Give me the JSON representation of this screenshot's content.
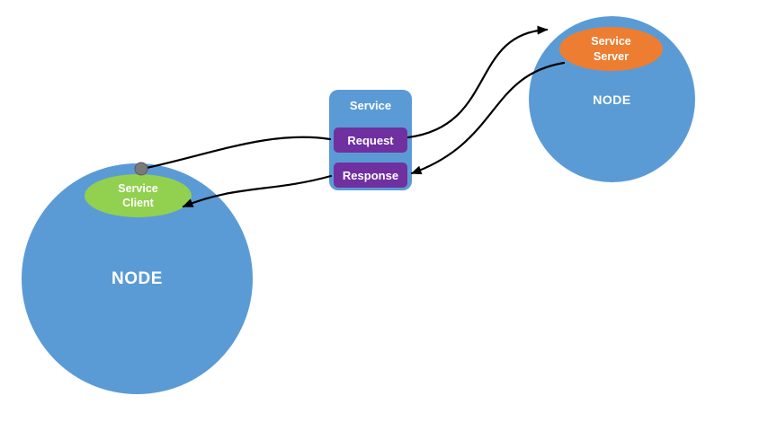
{
  "colors": {
    "background": "#ffffff",
    "node_fill": "#5b9bd5",
    "client_fill": "#92d050",
    "server_fill": "#ed7d31",
    "service_box_fill": "#5b9bd5",
    "message_fill": "#7030a0",
    "label_text": "#ffffff",
    "arrow": "#000000",
    "dot_fill": "#7a7a7a"
  },
  "left_node": {
    "label": "NODE"
  },
  "right_node": {
    "label": "NODE"
  },
  "service_client": {
    "line1": "Service",
    "line2": "Client"
  },
  "service_server": {
    "line1": "Service",
    "line2": "Server"
  },
  "service_box": {
    "title": "Service"
  },
  "request": {
    "label": "Request"
  },
  "response": {
    "label": "Response"
  },
  "connections": [
    {
      "name": "client-to-request",
      "from": "service-client",
      "to": "request",
      "arrowhead": false
    },
    {
      "name": "request-to-server",
      "from": "request",
      "to": "service-server",
      "arrowhead": true
    },
    {
      "name": "server-to-response",
      "from": "service-server",
      "to": "response",
      "arrowhead": true
    },
    {
      "name": "response-to-client",
      "from": "response",
      "to": "service-client",
      "arrowhead": true
    }
  ]
}
